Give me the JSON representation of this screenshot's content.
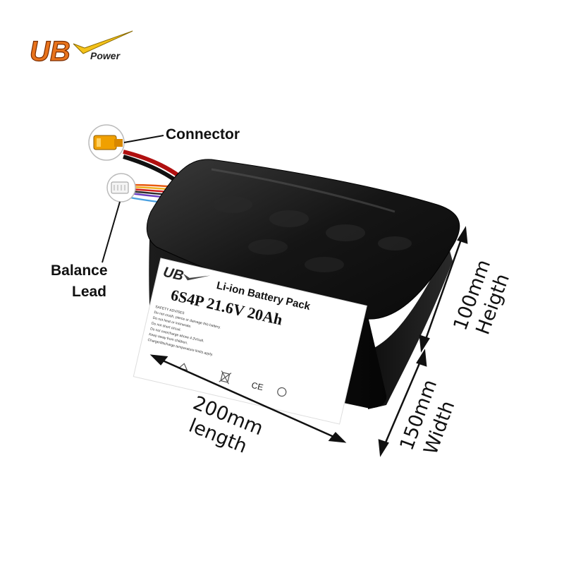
{
  "brand": {
    "logo_text": "UB",
    "logo_sub": "Power",
    "colors": {
      "orange": "#e8731c",
      "yellow": "#f4c21a",
      "dark": "#222222"
    }
  },
  "callouts": {
    "connector": "Connector",
    "balance_line1": "Balance",
    "balance_line2": "Lead"
  },
  "label": {
    "title": "Li-ion Battery Pack",
    "spec": "6S4P 21.6V 20Ah",
    "warning_lines": [
      "SAFETY ADVISES",
      "Do not crush, pierce or damage this battery.",
      "Do not heat or incinerate.",
      "Do not short circuit.",
      "Do not overcharge above 4.2V/cell.",
      "Keep away from children.",
      "Charge/discharge temperature limits apply."
    ],
    "ce_mark": "CE"
  },
  "dimensions": {
    "length_value": "200mm",
    "length_word": "length",
    "width_value": "150mm",
    "width_word": "Width",
    "height_value": "100mm",
    "height_word": "Heigth"
  }
}
